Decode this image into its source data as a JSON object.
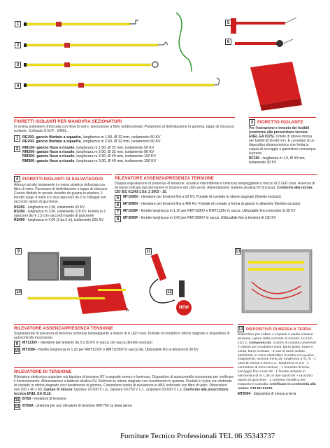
{
  "products": {
    "fioretti_manovra": {
      "title": "FIORETTI ISOLANTI PER MANOVRA SEZIONATORI",
      "desc": "In resina poliestere rinforzata con fibra di vetro, lavorazione a fibre unidirezionali. Paramano di delimitazione in gomma, tappo di chiusura isolante. Collaudo S.M.P. - ENEL.",
      "group1": {
        "num": "1",
        "items": [
          {
            "code": "RE150",
            "name": "- gancio filettato a squadra",
            "spec": ", lunghezza m 1,50, Ø 32 mm, isolamento 50 KV"
          },
          {
            "code": "RE200",
            "name": "- gancio filettato a squadra",
            "spec": ", lunghezza m 2,00, Ø 32 mm, isolamento 90 KV"
          }
        ]
      },
      "group2": {
        "num": "2",
        "items": [
          {
            "code": "RM150",
            "name": "- gancio fisso a rissolo",
            "spec": ", lunghezza m 1,50, Ø 32 mm, isolamento 50 KV"
          },
          {
            "code": "RM200",
            "name": "- gancio fisso a rissolo",
            "spec": ", lunghezza m 2,00, Ø 32 mm, isolamento 90 KV"
          },
          {
            "code": "RM250",
            "name": "- gancio fisso a rissolo",
            "spec": ", lunghezza m 2,50, Ø 40 mm, isolamento 110 KV"
          },
          {
            "code": "RM300",
            "name": "- gancio fisso a rissolo",
            "spec": ", lunghezza m 3,00, Ø 40 mm, isolamento 150 KV"
          }
        ]
      }
    },
    "fioretto_isolante": {
      "num": "3",
      "title": "FIORETTO ISOLANTE",
      "desc_bold": "Per l'estrazione e innesto dei fusibili (conforme alla prescrizione tecnica ENEL EA 0375).",
      "desc": " Dotato di idonea morsa per fusibili Ø 30÷90 mm. È corredato di un dispositivo dinamometrico che limita la coppia di serraggio e garantisce comunque la presa.",
      "item": "RF150",
      "item_spec": " - lunghezza m 1,5, Ø 40 mm, isolamento 30 KV"
    },
    "fioretti_salvataggio": {
      "num": "4",
      "title": "FIORETTI ISOLANTI DI SALVATAGGIO",
      "desc": "Attrezzi ad alto isolamento in resina sintetica rinforzata con fibre di vetro. Paramano di delimitazione e tappo di chiusura. Gancio filettato in acciaio rivestito da guaina in plastica. Il fioretto lungo 4 metri è in due spezzoni da 2 m collegati con raccordo rapido di giunzione.",
      "items": [
        {
          "code": "RS200",
          "spec": " - lunghezza m 2,00, isolamento 63 KV"
        },
        {
          "code": "RS300",
          "spec": " - lunghezza m 3,00, isolamento 110 KV. Fornito in 2 spezzoni da m 1,5 con raccordo rapido di giunzione"
        },
        {
          "code": "RS400",
          "spec": " - lunghezza m 4,00 (2 da 2 m), isolamento 225 KV"
        }
      ]
    },
    "rilevatore_neon": {
      "title": "RILEVATORE ASSENZA/PRESENZA TENSIONE",
      "desc": "Doppia segnalazione di presenza di tensione, acustica intermittente e luminosa lampeggiante a mezzo di 2 LED rossi. Assenza di tensione indicata dal permanere in funzione del LED verde. Alimentazione: batteria alcalina 9V (inclusa). ",
      "norm": "Conforme alla norma: CEI IEC 61243-1 Ed. 2 2003 - 10.",
      "items": [
        {
          "num": "5",
          "code": "MT1030V",
          "spec": " - rilevatore per tensioni fino a 52 KV. Puntale di contatto in ottone stagnato (fioretto escluso)"
        },
        {
          "num": "6",
          "code": "MT3090V",
          "spec": " - rilevatore per tensioni fino a 400 KV. Puntale di contatto a forma di gancio in alluminio (fioretto escluso)"
        },
        {
          "num": "7",
          "code": "MT1030F",
          "spec": " - fioretto lunghezza m 1,20 per RMT1030V e RMT1133V in sacca. Utilizzabile fino a tensioni di 30 KV"
        },
        {
          "num": "8",
          "code": "MT3090F",
          "spec": " - fioretto lunghezza m 2,00 per RMT3090V in sacca. Utilizzabile fino a tensioni di 130 KV"
        }
      ]
    },
    "rilevatore_luminoso": {
      "title": "RILEVATORE ASSENZA/PRESENZA TENSIONE",
      "desc": "Segnalazione di presenza di tensione luminosa lampeggiante a mezzo di 4 LED rossi. Puntale di contatto in ottone stagnato e dispositivo di autocontrollo incorporato.",
      "items": [
        {
          "num": "9",
          "code": "MT1133V",
          "spec": " - rilevatore per tensioni da 3 a 35 KV in sacca con sacca (fioretto escluso)"
        },
        {
          "num": "10",
          "code": "MT100F",
          "spec": " - fioretto lunghezza m 1,20 per RMT1133V e RMT1030V in sacca (A). Utilizzabile fino a tensioni di 30 KV"
        }
      ]
    },
    "rilevatore_tensione": {
      "title": "RILEVATORE DI TENSIONE",
      "desc": "Rilevatore elettronico unipolare e/o bipolare di tensione BT a segnale sonoro e luminoso. Dispositivo di autocontrollo incorporato per verificare il funzionamento. Alimentazione a batteria alcalina 9V. Elettrodo in ottone stagnato con rivestimento in gomma. Puntale in nylon con elettrodo di contatto in ottone stagnato con rivestimento in gomma. Contenitore sonda di rivelazione in ABS rinforzato con fibre di vetro. Dimensioni: mm 200 x 40 x 40. ",
      "desc_bold": "Campo di misura:",
      "desc2": " bipolare 25-500 V c.a., bipolare 50-750 V c.c., unipolare 50-600 V c.a. ",
      "norm": "Conforme alla prescrizione tecnica ENEL EA 0118.",
      "items": [
        {
          "num": "11",
          "code": "BT50",
          "spec": " - rivelatore di tensione"
        },
        {
          "num": "12",
          "code": "BT50A",
          "spec": " - antenna per uso rilevatore di tensione RBT750 su linea aerea"
        }
      ]
    },
    "messa_terra": {
      "num": "13",
      "title": "DISPOSITIVO DI MESSA A TERRA",
      "desc": "Dispositivo per cabine e impianti a media e bassa tensione, valore della corrente di circuito: 12,4 kA x1/1 s. ",
      "desc_bold": "Composto da:",
      "desc2": " 3 pinze di contatto universali in ottone per conduttori tondi, barre piatte, barre e conta, barre inclinate - 3 cavi di rame isolato, sterilizzati, in rame elettrolitico rivestito con guaina trasparente; sezione mmq 16, lunghezza m 0,75 - 1 cavo di messa a terra c.o., lunghezza m 2,5 - 1 connettore di terra cazione - 1 morsetto di terra, serraggio fino a mm 22 - 1 fioretto isolante in vetroresina di m 1,35, in due spezzoni + raccordo rapido di giunzione - 1 cassetta metallica per trasporto e custodia. ",
      "norm": "Certificato in conformità alla norma: CEI EN 61230.",
      "item": "MT5004",
      "item_spec": " - dispositivo di messa a terra"
    }
  },
  "image_labels": {
    "n1": "1",
    "n2": "2",
    "n3": "3",
    "n4": "4",
    "n5": "5",
    "n6": "6",
    "n7": "7",
    "n8": "8",
    "n9": "9",
    "n10": "10",
    "n11": "11",
    "n12": "12",
    "n13": "13",
    "a": "A",
    "new": "NEW"
  },
  "footer": {
    "text": "Forniture Tecnico Professionali TEL 06 35343737"
  },
  "colors": {
    "accent_red": "#d72a2a",
    "pole_yellow": "#f2e21a",
    "bag_red": "#d42020",
    "cable_green": "#3a9a3a"
  }
}
